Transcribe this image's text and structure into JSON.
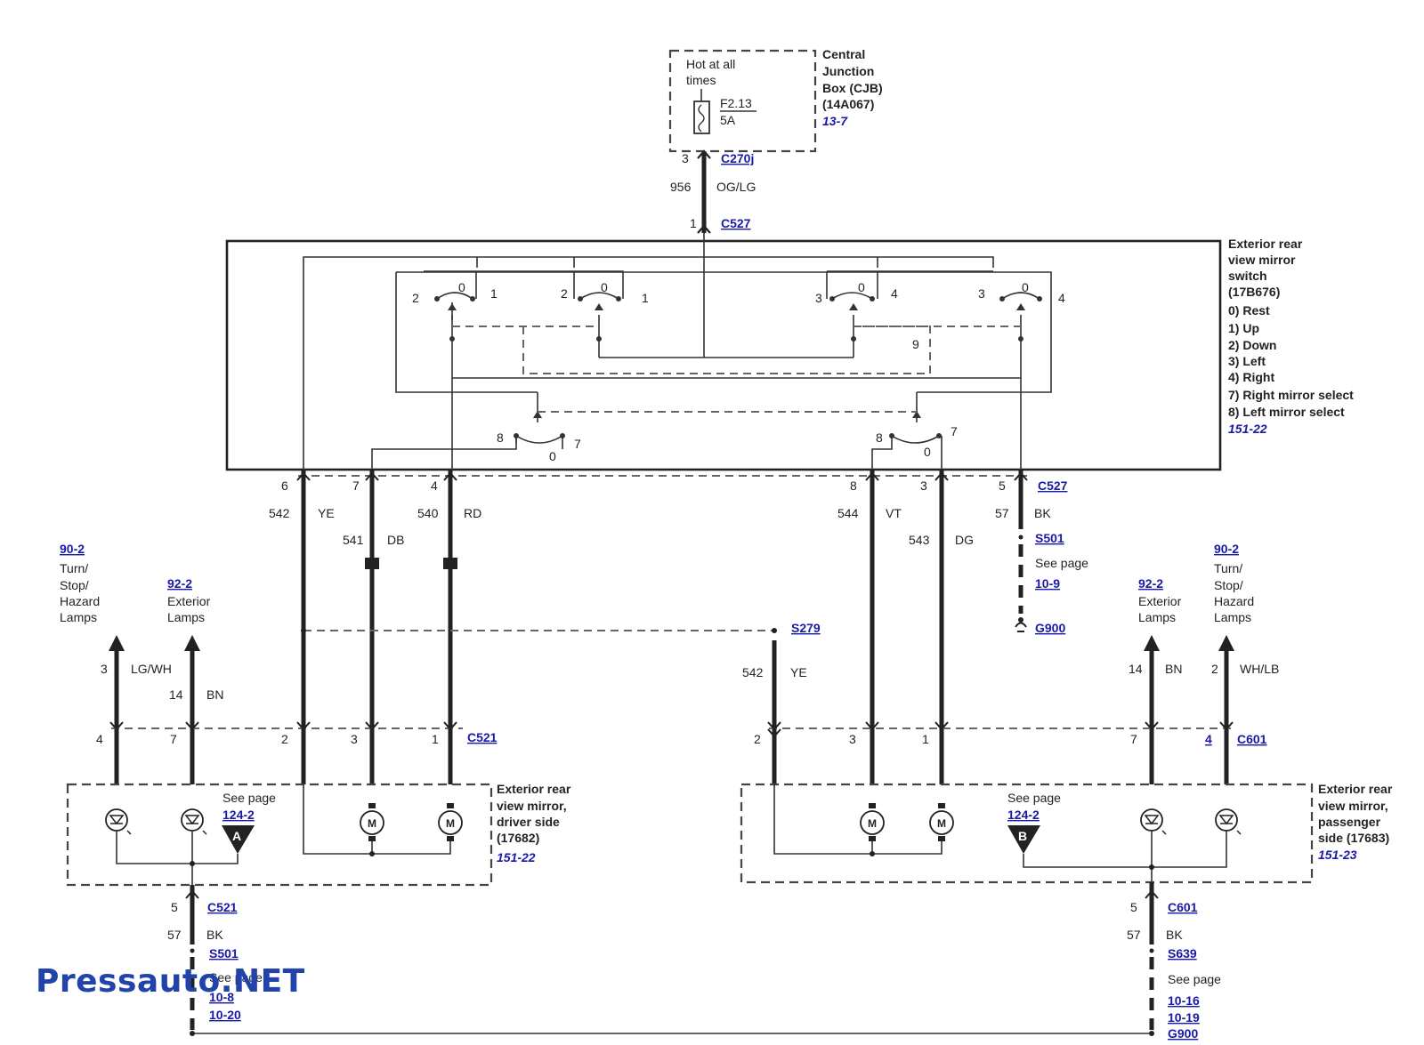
{
  "cjb": {
    "hot_line1": "Hot at all",
    "hot_line2": "times",
    "fuse_id": "F2.13",
    "fuse_rating": "5A",
    "title_lines": [
      "Central",
      "Junction",
      "Box (CJB)",
      "(14A067)"
    ],
    "ref": "13-7",
    "pin": "3",
    "connector": "C270j"
  },
  "feed_wire": {
    "circuit": "956",
    "color": "OG/LG"
  },
  "switch": {
    "pin_in": "1",
    "connector_in": "C527",
    "title_lines": [
      "Exterior rear",
      "view mirror",
      "switch",
      "(17B676)"
    ],
    "legend": [
      "0) Rest",
      "1) Up",
      "2) Down",
      "3) Left",
      "4) Right",
      "7) Right mirror select",
      "8) Left mirror select"
    ],
    "ref": "151-22",
    "contacts": {
      "s1": [
        "2",
        "0",
        "1"
      ],
      "s2": [
        "2",
        "0",
        "1"
      ],
      "s3": [
        "3",
        "0",
        "4"
      ],
      "s4": [
        "3",
        "0",
        "4"
      ],
      "sel_left": [
        "8",
        "0",
        "7"
      ],
      "sel_right": [
        "8",
        "0",
        "7"
      ],
      "mech_label": "9"
    },
    "bottom_pins": [
      "6",
      "7",
      "4",
      "8",
      "3",
      "5"
    ],
    "bottom_connector": "C527"
  },
  "wires": {
    "w542": {
      "circuit": "542",
      "color": "YE"
    },
    "w541": {
      "circuit": "541",
      "color": "DB"
    },
    "w540": {
      "circuit": "540",
      "color": "RD"
    },
    "w544": {
      "circuit": "544",
      "color": "VT"
    },
    "w543": {
      "circuit": "543",
      "color": "DG"
    },
    "w57": {
      "circuit": "57",
      "color": "BK"
    }
  },
  "ground_right_top": {
    "splice": "S501",
    "see_page": "See page",
    "page": "10-9",
    "ground": "G900"
  },
  "splice_s279": {
    "name": "S279",
    "circuit": "542",
    "color": "YE"
  },
  "left_lamps": {
    "turn": {
      "ref": "90-2",
      "lines": [
        "Turn/",
        "Stop/",
        "Hazard",
        "Lamps"
      ],
      "pin": "3",
      "color": "LG/WH"
    },
    "ext": {
      "ref": "92-2",
      "lines": [
        "Exterior",
        "Lamps"
      ],
      "pin": "14",
      "color": "BN"
    }
  },
  "right_lamps": {
    "ext": {
      "ref": "92-2",
      "lines": [
        "Exterior",
        "Lamps"
      ],
      "pin": "14",
      "color": "BN"
    },
    "turn": {
      "ref": "90-2",
      "lines": [
        "Turn/",
        "Stop/",
        "Hazard",
        "Lamps"
      ],
      "pin": "2",
      "color": "WH/LB"
    }
  },
  "driver_mirror": {
    "connector": "C521",
    "pins": [
      "4",
      "7",
      "2",
      "3",
      "1"
    ],
    "title_lines": [
      "Exterior rear",
      "view mirror,",
      "driver side",
      "(17682)"
    ],
    "ref": "151-22",
    "see_page": "See page",
    "page": "124-2",
    "marker": "A",
    "motor_label": "M"
  },
  "passenger_mirror": {
    "connector": "C601",
    "pins": [
      "2",
      "3",
      "1",
      "7",
      "4"
    ],
    "title_lines": [
      "Exterior rear",
      "view mirror,",
      "passenger",
      "side (17683)"
    ],
    "ref": "151-23",
    "see_page": "See page",
    "page": "124-2",
    "marker": "B",
    "motor_label": "M"
  },
  "ground_left": {
    "pin": "5",
    "connector": "C521",
    "circuit": "57",
    "color": "BK",
    "splice": "S501",
    "see_page": "See page",
    "pages": [
      "10-8",
      "10-20"
    ]
  },
  "ground_right": {
    "pin": "5",
    "connector": "C601",
    "circuit": "57",
    "color": "BK",
    "splice": "S639",
    "see_page": "See page",
    "pages": [
      "10-16",
      "10-19"
    ],
    "ground": "G900"
  },
  "watermark": "Pressauto.NET",
  "colors": {
    "wire": "#222222",
    "link": "#1a1aa8",
    "watermark": "#2244aa"
  }
}
